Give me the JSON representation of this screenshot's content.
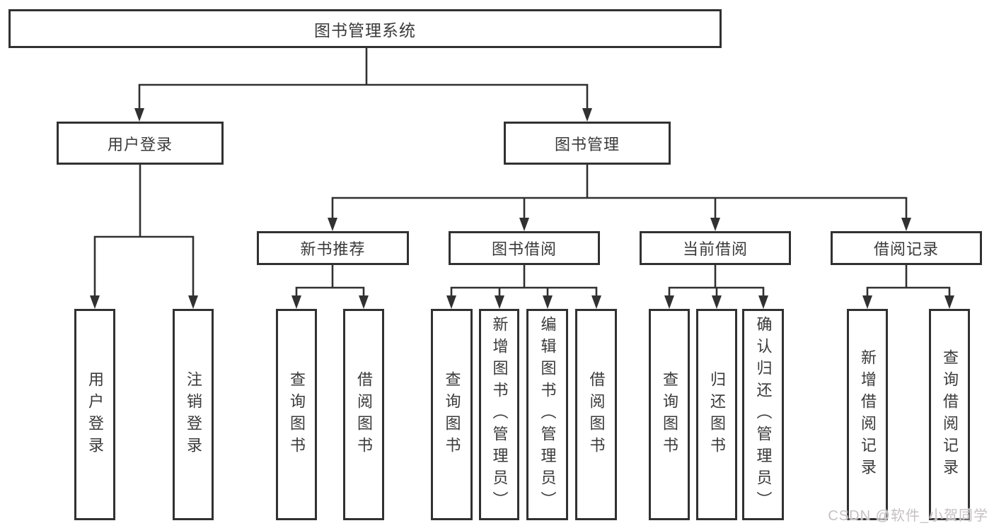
{
  "title": "图书管理系统",
  "branch_user": {
    "label": "用户登录",
    "leaves": [
      "用户登录",
      "注销登录"
    ]
  },
  "branch_books": {
    "label": "图书管理"
  },
  "sections": {
    "new_books": {
      "label": "新书推荐",
      "leaves": [
        "查询图书",
        "借阅图书"
      ]
    },
    "borrowing": {
      "label": "图书借阅",
      "leaves": [
        "查询图书",
        "新增图书（管理员）",
        "编辑图书（管理员）",
        "借阅图书"
      ]
    },
    "current": {
      "label": "当前借阅",
      "leaves": [
        "查询图书",
        "归还图书",
        "确认归还（管理员）"
      ]
    },
    "records": {
      "label": "借阅记录",
      "leaves": [
        "新增借阅记录",
        "查询借阅记录"
      ]
    }
  },
  "watermark": "CSDN @软件_小贺同学",
  "colors": {
    "line": "#313131",
    "text": "#3a3a3a",
    "watermark": "#c6c1c3"
  }
}
